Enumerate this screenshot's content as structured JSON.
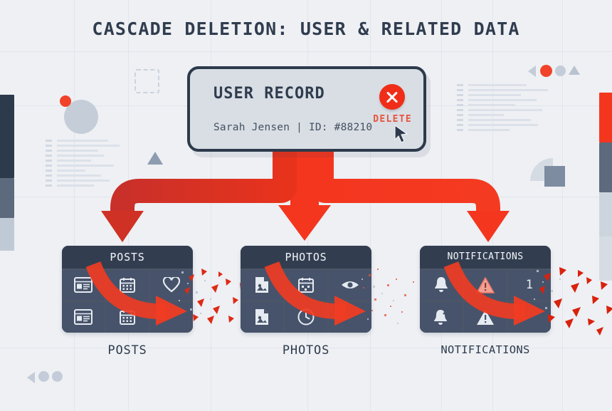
{
  "page": {
    "title": "CASCADE DELETION: USER & RELATED DATA",
    "background_color": "#eef0f4",
    "accent_red": "#f02d19",
    "dark_navy": "#2d3a4b"
  },
  "user_record": {
    "title": "USER RECORD",
    "subtitle": "Sarah Jensen | ID: #88210",
    "delete_label": "DELETE",
    "delete_icon": "close-circle-icon",
    "cursor_icon": "cursor-arrow-icon"
  },
  "entities": [
    {
      "header": "POSTS",
      "label": "POSTS",
      "icons": [
        "article-icon",
        "calendar-icon",
        "heart-icon",
        "article-icon",
        "calendar-icon",
        ""
      ],
      "cells": [
        "",
        "",
        "",
        "",
        "",
        ""
      ]
    },
    {
      "header": "PHOTOS",
      "label": "PHOTOS",
      "icons": [
        "image-file-icon",
        "calendar-icon",
        "eye-icon",
        "image-file-icon",
        "clock-icon",
        ""
      ],
      "cells": [
        "",
        "",
        "",
        "",
        "",
        ""
      ]
    },
    {
      "header": "NOTIFICATIONS",
      "label": "NOTIFICATIONS",
      "icons": [
        "bell-icon",
        "warning-triangle-icon",
        "",
        "bell-off-icon",
        "warning-triangle-icon",
        ""
      ],
      "cells": [
        "",
        "",
        "1",
        "",
        "",
        ""
      ]
    }
  ],
  "decorations": {
    "dot_red": "#f0432a",
    "dot_gray": "#c3ccd8",
    "triangle_gray": "#8e9cb0",
    "left_bar_segments": [
      "#2d3a4b",
      "#5d6a7d",
      "#c0cad6"
    ],
    "right_bar_segments": [
      "#f4361f",
      "#5d6a7d",
      "#ccd5de"
    ]
  }
}
